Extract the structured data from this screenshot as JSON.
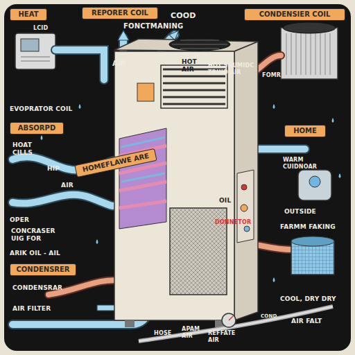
{
  "diagram": {
    "nodes": [
      {
        "text": [
          "HEAT"
        ]
      },
      {
        "text": [
          "REPORER COIL"
        ]
      },
      {
        "text": [
          "CONDENSIER COIL"
        ]
      },
      {
        "text": [
          "ABSORPD"
        ]
      },
      {
        "text": [
          "HOMEFLAWE ARE"
        ]
      },
      {
        "text": [
          "CONDENSRER"
        ]
      },
      {
        "text": [
          "HOME"
        ]
      }
    ],
    "labels": [
      "COOD",
      "FONCTMANING",
      "LCID",
      "AIR",
      "HOT AIR",
      "HOT SHUMIDC TRUID AIR",
      "FOMR",
      "EVOPRATOR COIL",
      "HOAT CILLS",
      "HIP",
      "AIR",
      "OPER",
      "CONCRASER UIG FOR",
      "ARIK OIL - AIL",
      "CONDENSRAR",
      "AIR FILTER",
      "OIL",
      "DONNETOR",
      "WARM CUIDNOAR",
      "OUTSIDE",
      "FARMM FAKING",
      "COND",
      "HOSE",
      "APAM AIR",
      "REFFATE AIR",
      "COOL, DRY DRY",
      "AIR FALT"
    ]
  }
}
